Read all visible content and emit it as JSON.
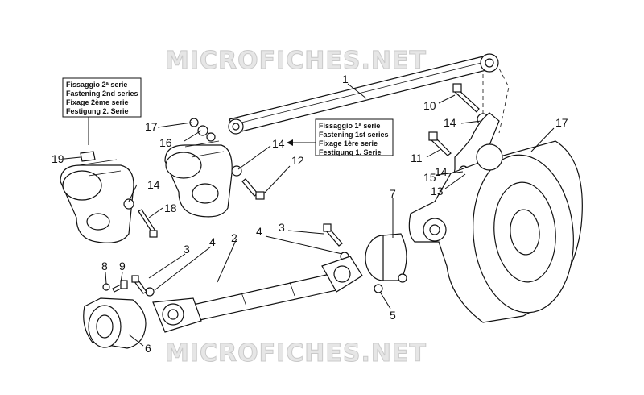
{
  "watermarks": [
    "MICROFICHES.NET",
    "MICROFICHES.NET"
  ],
  "note_box_2": {
    "lines": [
      "Fissaggio 2ª serie",
      "Fastening 2nd series",
      "Fixage 2ème serie",
      "Festigung 2. Serie"
    ]
  },
  "note_box_1": {
    "lines": [
      "Fissaggio 1ª serie",
      "Fastening 1st series",
      "Fixage 1ère serie",
      "Festigung 1. Serie"
    ]
  },
  "callouts": [
    "1",
    "2",
    "3",
    "3",
    "4",
    "4",
    "5",
    "6",
    "7",
    "8",
    "9",
    "10",
    "11",
    "12",
    "13",
    "14",
    "14",
    "14",
    "14",
    "15",
    "16",
    "17",
    "17",
    "18",
    "19"
  ]
}
